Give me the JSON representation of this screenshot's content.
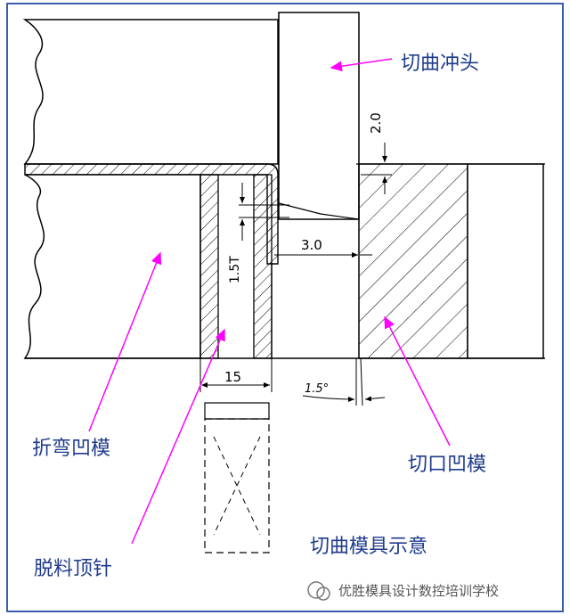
{
  "labels": {
    "punch": "切曲冲头",
    "bend_die": "折弯凹模",
    "cut_die": "切口凹模",
    "ejector": "脱料顶针",
    "title": "切曲模具示意"
  },
  "dimensions": {
    "gap_top": "2.0",
    "offset": "3.0",
    "thickness": "1.5T",
    "width": "15",
    "angle": "1.5°"
  },
  "watermark": {
    "text": "优胜模具设计数控培训学校"
  },
  "colors": {
    "arrow": "#ff00ff",
    "label": "#1f3b8c",
    "frame": "#3a5db0",
    "line": "#000000"
  }
}
